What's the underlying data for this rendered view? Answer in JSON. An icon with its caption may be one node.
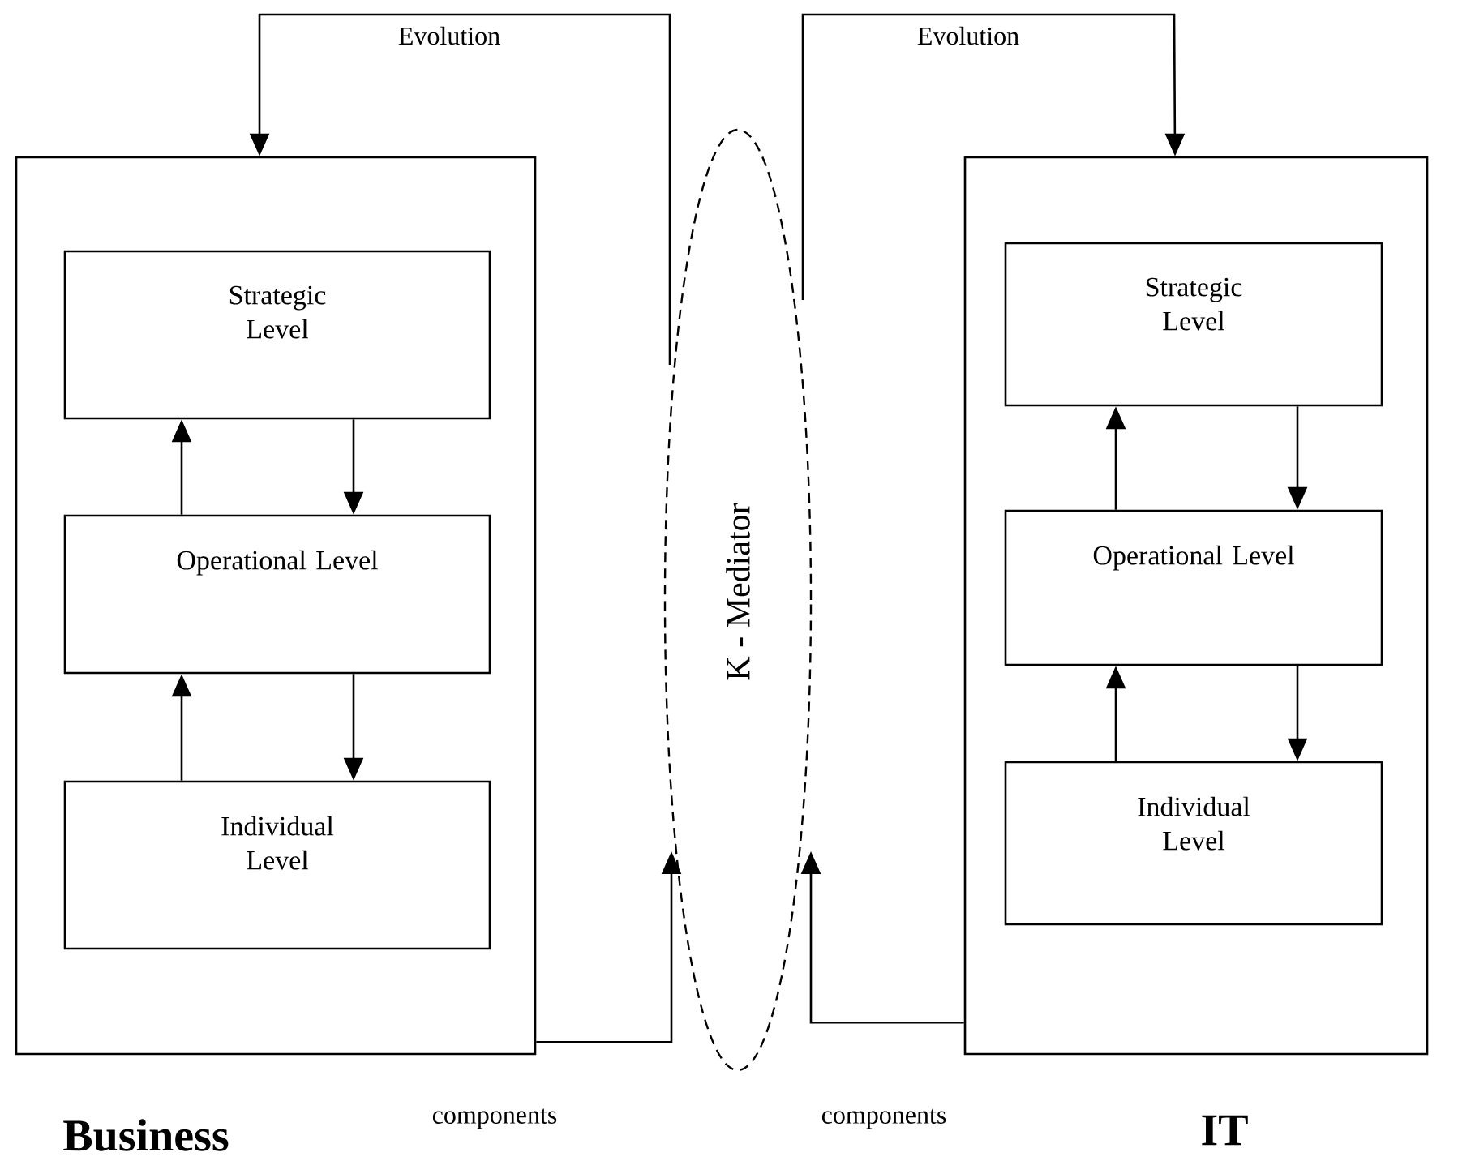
{
  "diagram": {
    "nodes": [
      {
        "text": [
          "Business"
        ]
      },
      {
        "text": [
          "Strategic Level"
        ],
        "in": 0
      },
      {
        "text": [
          "Operational Level"
        ],
        "in": 0
      },
      {
        "text": [
          "Individual Level"
        ],
        "in": 0
      },
      {
        "text": [
          "K - Mediator"
        ]
      },
      {
        "text": [
          "IT"
        ]
      },
      {
        "text": [
          "Strategic Level"
        ],
        "in": 5
      },
      {
        "text": [
          "Operational Level"
        ],
        "in": 5
      },
      {
        "text": [
          "Individual Level"
        ],
        "in": 5
      }
    ],
    "edges": [
      {
        "from": 2,
        "to": 1,
        "arrow": "to"
      },
      {
        "from": 1,
        "to": 2,
        "arrow": "to"
      },
      {
        "from": 3,
        "to": 2,
        "arrow": "to"
      },
      {
        "from": 2,
        "to": 3,
        "arrow": "to"
      },
      {
        "from": 7,
        "to": 6,
        "arrow": "to"
      },
      {
        "from": 6,
        "to": 7,
        "arrow": "to"
      },
      {
        "from": 8,
        "to": 7,
        "arrow": "to"
      },
      {
        "from": 7,
        "to": 8,
        "arrow": "to"
      },
      {
        "from": 4,
        "to": 0,
        "arrow": "to",
        "label": "Evolution"
      },
      {
        "from": 4,
        "to": 5,
        "arrow": "to",
        "label": "Evolution"
      },
      {
        "from": 0,
        "to": 4,
        "arrow": "to",
        "label": "components"
      },
      {
        "from": 5,
        "to": 4,
        "arrow": "to",
        "label": "components"
      }
    ]
  }
}
